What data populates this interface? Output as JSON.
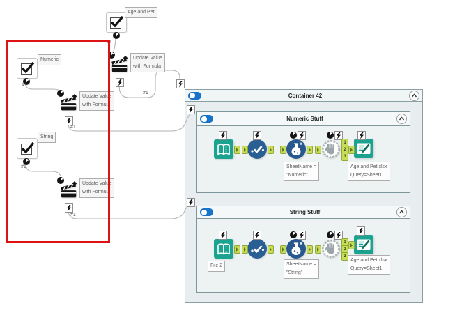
{
  "wire_label": "#1",
  "interface": {
    "age_pet": {
      "annotation": "Age and Pet"
    },
    "numeric": {
      "annotation": "Numeric"
    },
    "string": {
      "annotation": "String"
    }
  },
  "action_annotation": {
    "line1": "Update Value",
    "line2": "with Formula"
  },
  "container42": {
    "title": "Container 42",
    "numeric_stuff": {
      "title": "Numeric Stuff",
      "formula_annotation": {
        "line1": "SheetName =",
        "line2": "\"Numeric\""
      },
      "output_annotation": {
        "line1": "Age and Pet.xlsx",
        "line2": "Query=Sheet1"
      },
      "bud_outputs": [
        "1",
        "2",
        "3"
      ]
    },
    "string_stuff": {
      "title": "String Stuff",
      "input_annotation": "File 2",
      "formula_annotation": {
        "line1": "SheetName =",
        "line2": "\"String\""
      },
      "output_annotation": {
        "line1": "Age and Pet.xlsx",
        "line2": "Query=Sheet1"
      },
      "bud_outputs": [
        "1",
        "2",
        "3"
      ]
    }
  },
  "icons": {
    "checkbox": "check-mark",
    "action": "clapperboard",
    "question_anchor": "q-clock-dot",
    "action_anchor": "lightning-bolt",
    "input_data": "open-book",
    "select": "checkmark-dots",
    "formula": "flask",
    "block_until_done": "hand-in-gear",
    "output_data": "document-pencil",
    "container_toggle": "toggle-on",
    "collapse": "chevron-up"
  },
  "colors": {
    "accent_blue": "#1874C8",
    "tool_teal": "#1CA390",
    "select_navy": "#2A5F93",
    "formula_navy": "#27598E",
    "lime_anchor": "#C9DC5A",
    "highlight_red": "#DD1212"
  }
}
